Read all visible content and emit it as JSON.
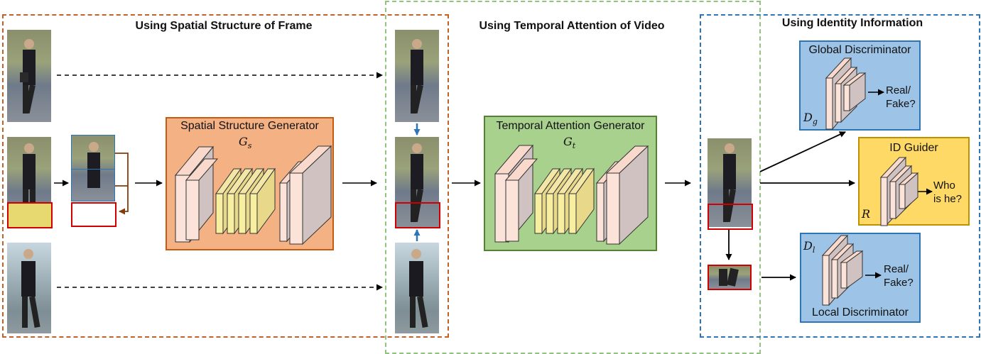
{
  "sections": {
    "spatial": "Using Spatial Structure of Frame",
    "temporal": "Using Temporal Attention of Video",
    "identity": "Using Identity Information"
  },
  "generators": {
    "spatial": {
      "title": "Spatial Structure Generator",
      "symbol": "G",
      "sub": "s"
    },
    "temporal": {
      "title": "Temporal Attention Generator",
      "symbol": "G",
      "sub": "t"
    }
  },
  "discriminators": {
    "global": {
      "title": "Global Discriminator",
      "symbol": "D",
      "sub": "g",
      "out1": "Real/",
      "out2": "Fake?"
    },
    "id": {
      "title": "ID Guider",
      "symbol": "R",
      "out1": "Who",
      "out2": "is he?"
    },
    "local": {
      "title": "Local Discriminator",
      "symbol": "D",
      "sub": "l",
      "out1": "Real/",
      "out2": "Fake?"
    }
  },
  "colors": {
    "spatial_section": "#c0622a",
    "temporal_section": "#92c47f",
    "identity_section": "#2e75b6",
    "spatial_box": "#f4b183",
    "temporal_box": "#a9d18e",
    "disc_box": "#9dc3e6",
    "id_box": "#ffd966",
    "occlusion": "#d00000"
  }
}
